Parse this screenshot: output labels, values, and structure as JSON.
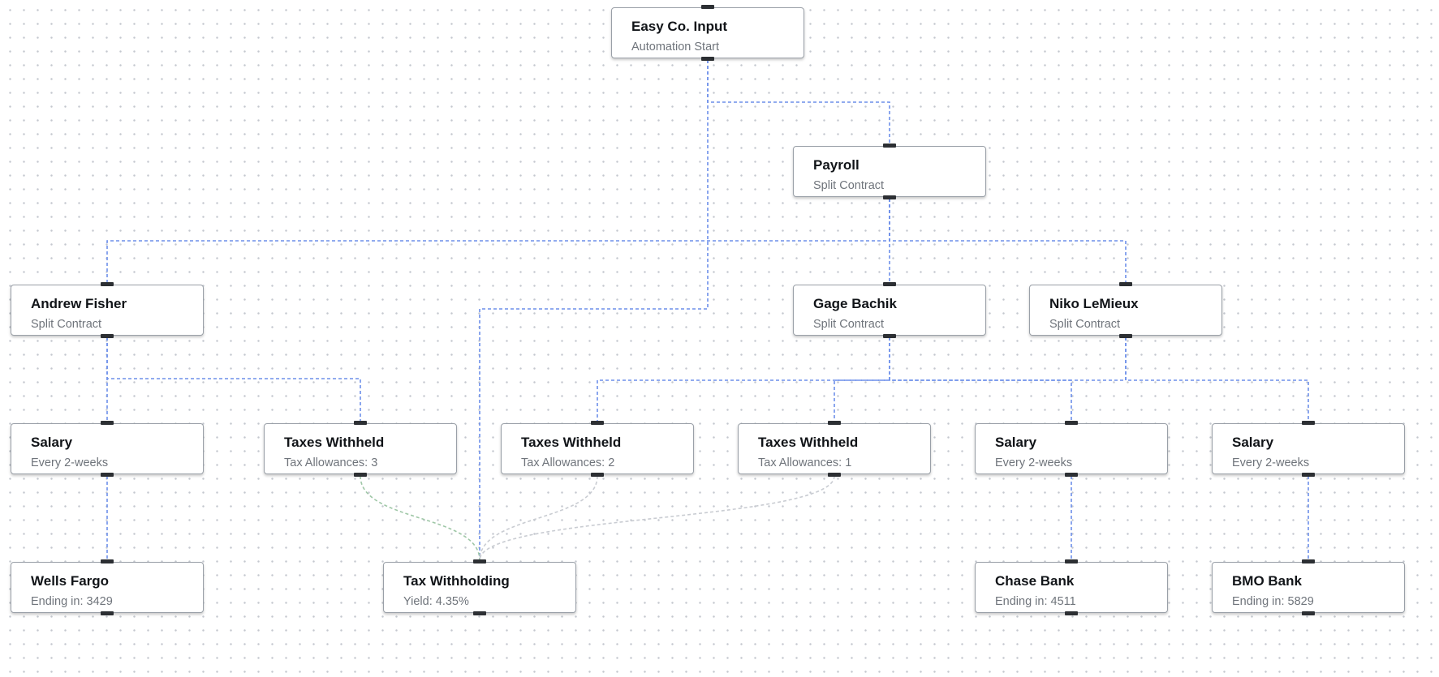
{
  "colors": {
    "flow_edge": "#6d8fea",
    "tax_edge": "#9fc7a7",
    "tax_edge_light": "#c9ccd2",
    "node_border": "#9aa0a8"
  },
  "nodes": [
    {
      "id": "easy-co-input",
      "title": "Easy Co. Input",
      "subtitle": "Automation Start"
    },
    {
      "id": "payroll",
      "title": "Payroll",
      "subtitle": "Split Contract"
    },
    {
      "id": "andrew-fisher",
      "title": "Andrew Fisher",
      "subtitle": "Split Contract"
    },
    {
      "id": "gage-bachik",
      "title": "Gage Bachik",
      "subtitle": "Split Contract"
    },
    {
      "id": "niko-lemieux",
      "title": "Niko LeMieux",
      "subtitle": "Split Contract"
    },
    {
      "id": "salary-andrew",
      "title": "Salary",
      "subtitle": "Every 2-weeks"
    },
    {
      "id": "taxes-andrew",
      "title": "Taxes Withheld",
      "subtitle": "Tax Allowances: 3"
    },
    {
      "id": "taxes-gage",
      "title": "Taxes Withheld",
      "subtitle": "Tax Allowances: 2"
    },
    {
      "id": "taxes-niko",
      "title": "Taxes Withheld",
      "subtitle": "Tax Allowances: 1"
    },
    {
      "id": "salary-gage",
      "title": "Salary",
      "subtitle": "Every 2-weeks"
    },
    {
      "id": "salary-niko",
      "title": "Salary",
      "subtitle": "Every 2-weeks"
    },
    {
      "id": "wells-fargo",
      "title": "Wells Fargo",
      "subtitle": "Ending in: 3429"
    },
    {
      "id": "tax-withholding",
      "title": "Tax Withholding",
      "subtitle": "Yield: 4.35%"
    },
    {
      "id": "chase-bank",
      "title": "Chase Bank",
      "subtitle": "Ending in: 4511"
    },
    {
      "id": "bmo-bank",
      "title": "BMO Bank",
      "subtitle": "Ending in: 5829"
    }
  ],
  "edges": [
    {
      "from": "easy-co-input",
      "to": "payroll",
      "kind": "flow"
    },
    {
      "from": "easy-co-input",
      "to": "tax-withholding",
      "kind": "flow"
    },
    {
      "from": "payroll",
      "to": "andrew-fisher",
      "kind": "flow"
    },
    {
      "from": "payroll",
      "to": "gage-bachik",
      "kind": "flow"
    },
    {
      "from": "payroll",
      "to": "niko-lemieux",
      "kind": "flow"
    },
    {
      "from": "andrew-fisher",
      "to": "salary-andrew",
      "kind": "flow"
    },
    {
      "from": "andrew-fisher",
      "to": "taxes-andrew",
      "kind": "flow"
    },
    {
      "from": "gage-bachik",
      "to": "taxes-gage",
      "kind": "flow"
    },
    {
      "from": "gage-bachik",
      "to": "salary-gage",
      "kind": "flow"
    },
    {
      "from": "niko-lemieux",
      "to": "taxes-niko",
      "kind": "flow"
    },
    {
      "from": "niko-lemieux",
      "to": "salary-niko",
      "kind": "flow"
    },
    {
      "from": "salary-andrew",
      "to": "wells-fargo",
      "kind": "flow"
    },
    {
      "from": "salary-gage",
      "to": "chase-bank",
      "kind": "flow"
    },
    {
      "from": "salary-niko",
      "to": "bmo-bank",
      "kind": "flow"
    },
    {
      "from": "taxes-andrew",
      "to": "tax-withholding",
      "kind": "tax"
    },
    {
      "from": "taxes-gage",
      "to": "tax-withholding",
      "kind": "tax"
    },
    {
      "from": "taxes-niko",
      "to": "tax-withholding",
      "kind": "tax"
    }
  ]
}
